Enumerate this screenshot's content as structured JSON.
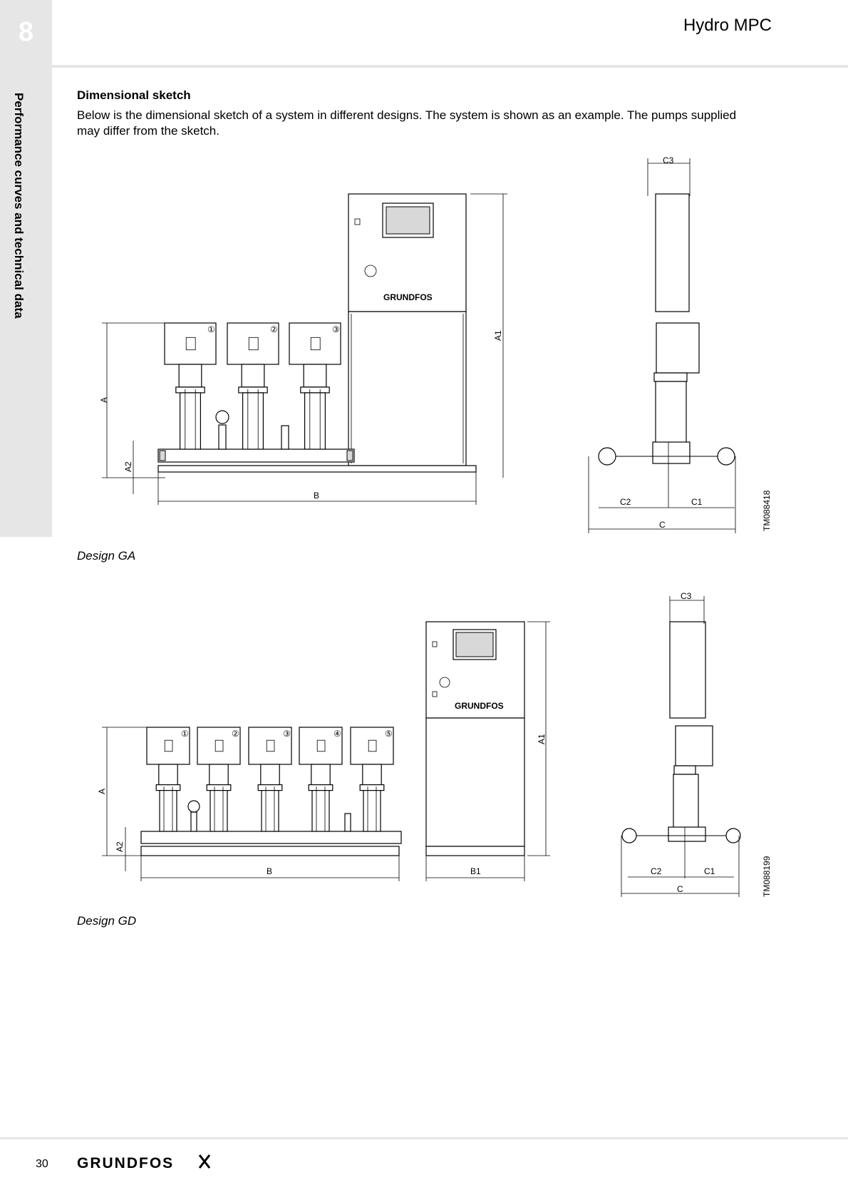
{
  "header": {
    "chapter_number": "8",
    "title": "Hydro MPC"
  },
  "sidebar": {
    "section_title": "Performance curves and technical data"
  },
  "main": {
    "heading": "Dimensional sketch",
    "intro": "Below is the dimensional sketch of a system in different designs. The system is shown as an example. The pumps supplied may differ from the sketch."
  },
  "figures": [
    {
      "caption": "Design GA",
      "drawing_number": "TM088418",
      "labels": {
        "A": "A",
        "A1": "A1",
        "A2": "A2",
        "B": "B",
        "C": "C",
        "C1": "C1",
        "C2": "C2",
        "C3": "C3"
      },
      "pump_numbers": [
        "①",
        "②",
        "③"
      ],
      "brand": "GRUNDFOS"
    },
    {
      "caption": "Design GD",
      "drawing_number": "TM088199",
      "labels": {
        "A": "A",
        "A1": "A1",
        "A2": "A2",
        "B": "B",
        "B1": "B1",
        "C": "C",
        "C1": "C1",
        "C2": "C2",
        "C3": "C3"
      },
      "pump_numbers": [
        "①",
        "②",
        "③",
        "④",
        "⑤"
      ],
      "brand": "GRUNDFOS"
    }
  ],
  "footer": {
    "page_number": "30",
    "logo_text": "GRUNDFOS"
  }
}
